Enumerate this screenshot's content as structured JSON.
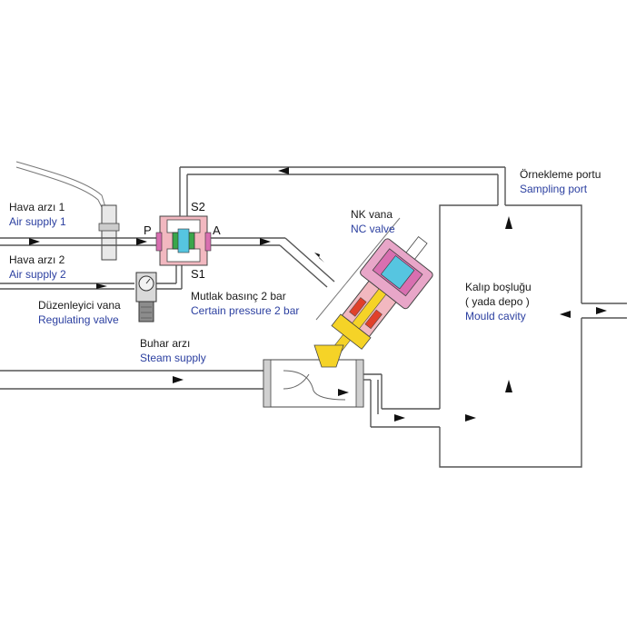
{
  "labels": {
    "air_supply_1_tr": "Hava arzı 1",
    "air_supply_1_en": "Air supply 1",
    "air_supply_2_tr": "Hava arzı 2",
    "air_supply_2_en": "Air supply 2",
    "regulating_valve_tr": "Düzenleyici vana",
    "regulating_valve_en": "Regulating valve",
    "steam_supply_tr": "Buhar arzı",
    "steam_supply_en": "Steam supply",
    "certain_pressure_tr": "Mutlak basınç 2 bar",
    "certain_pressure_en": "Certain pressure 2 bar",
    "nc_valve_tr": "NK vana",
    "nc_valve_en": "NC valve",
    "sampling_port_tr": "Örnekleme portu",
    "sampling_port_en": "Sampling port",
    "mould_cavity_tr": "Kalıp boşluğu",
    "mould_cavity_tr2": "( yada depo )",
    "mould_cavity_en": "Mould cavity"
  },
  "ports": {
    "p": "P",
    "a": "A",
    "s1": "S1",
    "s2": "S2"
  },
  "colors": {
    "pipe": "#555555",
    "valve_body_pink": "#f2b8c0",
    "valve_body_magenta": "#d86fb0",
    "english_text": "#2b3fa0",
    "flow_yellow": "#f5d327",
    "flow_red": "#e0402a",
    "flow_green": "#3aa64a",
    "flow_cyan": "#56c5e0"
  }
}
